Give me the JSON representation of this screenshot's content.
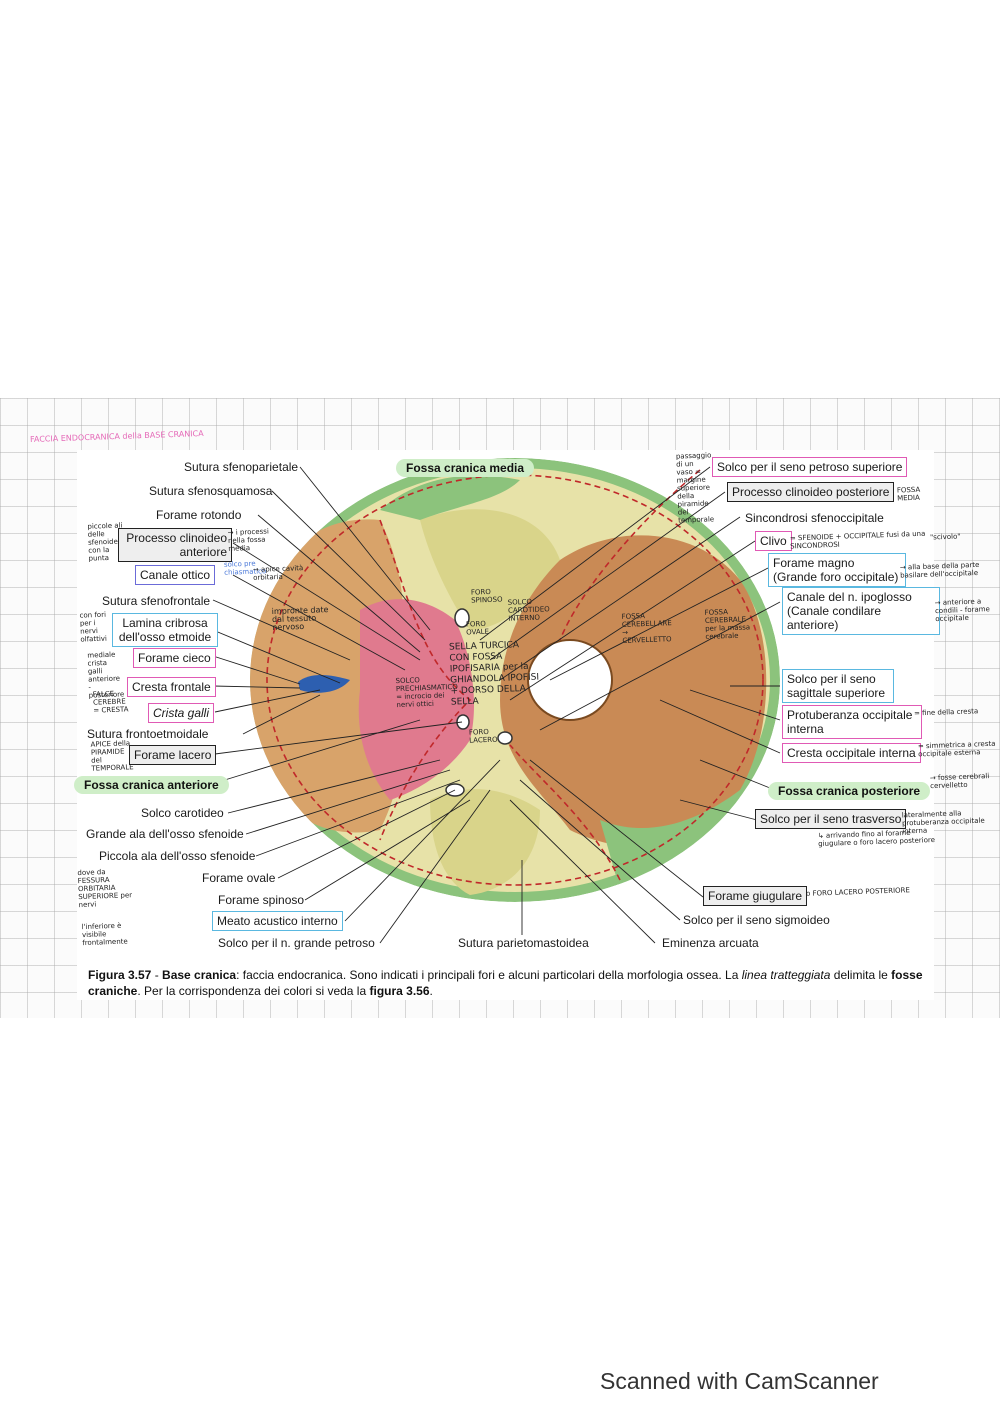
{
  "header_note": "FACCIA ENDOCRANICA della BASE CRANICA",
  "region_titles": {
    "media": "Fossa cranica media",
    "anteriore": "Fossa cranica anteriore",
    "posteriore": "Fossa cranica posteriore"
  },
  "left_labels": [
    "Sutura sfenoparietale",
    "Sutura sfenosquamosa",
    "Forame rotondo",
    "Processo clinoideo anteriore",
    "Canale ottico",
    "Sutura sfenofrontale",
    "Lamina cribrosa dell'osso etmoide",
    "Forame cieco",
    "Cresta frontale",
    "Crista galli",
    "Sutura frontoetmoidale",
    "Forame lacero",
    "Solco carotideo",
    "Grande ala dell'osso sfenoide",
    "Piccola ala dell'osso sfenoide",
    "Forame ovale",
    "Forame spinoso",
    "Meato acustico interno",
    "Solco per il n. grande petroso"
  ],
  "right_labels": [
    "Solco per il seno petroso superiore",
    "Processo clinoideo posteriore",
    "Sincondrosi sfenoccipitale",
    "Clivo",
    "Forame magno (Grande foro occipitale)",
    "Canale del n. ipoglosso (Canale condilare anteriore)",
    "Solco per il seno sagittale superiore",
    "Protuberanza occipitale interna",
    "Cresta occipitale interna",
    "Solco per il seno trasverso",
    "Forame giugulare",
    "Solco per il seno sigmoideo",
    "Eminenza arcuata"
  ],
  "bottom_label": "Sutura parietomastoidea",
  "caption": {
    "fig": "Figura 3.57",
    "dash": " - ",
    "title": "Base cranica",
    "text1": ": faccia endocranica. Sono indicati i principali fori e alcuni particolari della morfologia ossea. La ",
    "italic": "linea tratteggiata",
    "text2": " delimita le ",
    "bold2": "fosse craniche",
    "text3": ". Per la corrispondenza dei colori si veda la ",
    "bold3": "figura 3.56",
    "text4": "."
  },
  "hand_notes": {
    "piccole_ali": "piccole ali delle sfenoide con la punta",
    "processo_ant": "→ i processi nella fossa media",
    "solco_chiasmatico": "solco pre chiasmatico",
    "canale_ottico": "→ apice cavità orbitaria",
    "lamina": "con fori per i nervi olfattivi",
    "cresta": "mediale crista galli anteriore - posteriore",
    "falce": "FALCE CEREBRE = CRESTA",
    "forame_lacero": "APICE della PIRAMIDE del TEMPORALE",
    "grande_ala": "dove da FESSURA ORBITARIA SUPERIORE per nervi",
    "inferiore": "l'inferiore è visibile frontalmente",
    "impronte": "impronte date dal tessuto nervoso",
    "foro_spinoso": "FORO SPINOSO",
    "solco_carotideo": "SOLCO CAROTIDEO INTERNO",
    "foro_ovale": "FORO OVALE",
    "sella": "SELLA TURCICA CON FOSSA IPOFISARIA per la GHIANDOLA IPOFISI + DORSO DELLA SELLA",
    "solco_prechiasmatico": "SOLCO PRECHIASMATICO = incrocio dei nervi ottici",
    "foro_lacero": "FORO LACERO",
    "fossa_cerebellare": "FOSSA CEREBELLARE → CERVELLETTO",
    "fossa_cerebrale": "FOSSA CEREBRALE per la massa cerebrale",
    "passaggio": "passaggio di un vaso = margine superiore della piramide del temporale",
    "processo_post": "FOSSA MEDIA",
    "clivo": "= SFENOIDE + OCCIPITALE fusi da una SINCONDROSI",
    "scivolo": "\"scivolo\"",
    "forame_magno": "→ alla base della parte basilare dell'occipitale",
    "ipoglosso": "→ anteriore a condili - forame occipitale",
    "protuberanza": "= fine della cresta",
    "cresta_occ": "= simmetrica a cresta occipitale esterna",
    "fosse_cerebrali": "→ fosse cerebrali cervelletto",
    "seno_trasverso": "lateralmente alla protuberanza occipitale interna",
    "fino_forame": "↳ arrivando fino al forame giugulare o foro lacero posteriore",
    "giugulare": "o FORO LACERO POSTERIORE"
  },
  "colors": {
    "frontal": "#d8a36a",
    "sphenoid": "#e07a8e",
    "temporal": "#d9d48a",
    "occipital": "#c98a55",
    "parietal": "#8cc37c",
    "ethmoid": "#2d5fb0",
    "suture": "#c0282a",
    "pink_box": "#e05ab5",
    "blue_box": "#5ab8e0"
  },
  "footer": "Scanned with CamScanner"
}
